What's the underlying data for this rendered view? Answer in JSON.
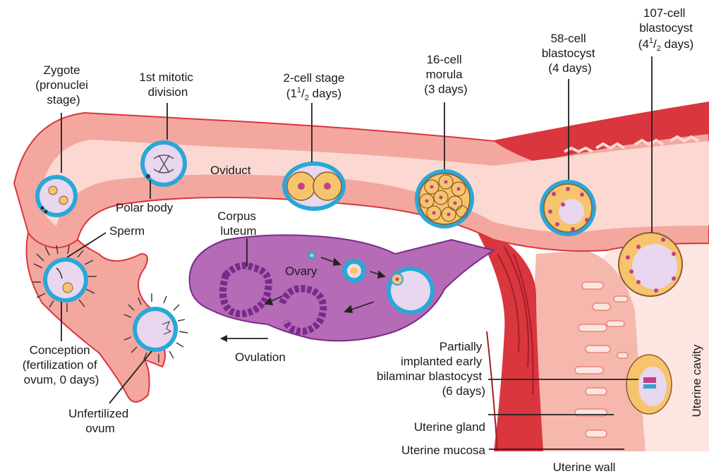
{
  "labels": {
    "zygote": [
      "Zygote",
      "(pronuclei",
      "stage)"
    ],
    "mitotic": [
      "1st mitotic",
      "division"
    ],
    "two_cell": [
      "2-cell stage",
      "(1",
      "1",
      "/",
      "2",
      " days)"
    ],
    "morula": [
      "16-cell",
      "morula",
      "(3 days)"
    ],
    "b58": [
      "58-cell",
      "blastocyst",
      "(4 days)"
    ],
    "b107": [
      "107-cell",
      "blastocyst",
      "(4",
      "1",
      "/",
      "2",
      " days)"
    ],
    "oviduct": "Oviduct",
    "polar_body": "Polar body",
    "sperm": "Sperm",
    "corpus_luteum": [
      "Corpus",
      "luteum"
    ],
    "ovary": "Ovary",
    "ovulation": "Ovulation",
    "conception": [
      "Conception",
      "(fertilization of",
      "ovum, 0 days)"
    ],
    "unfertilized": [
      "Unfertilized",
      "ovum"
    ],
    "implanted": [
      "Partially",
      "implanted early",
      "bilaminar blastocyst",
      "(6 days)"
    ],
    "uterine_gland": "Uterine gland",
    "uterine_mucosa": "Uterine mucosa",
    "uterine_wall": "Uterine wall",
    "uterine_cavity": "Uterine cavity"
  },
  "colors": {
    "oviduct_wall": "#f4a79f",
    "oviduct_lumen": "#fbd9d2",
    "muscle": "#d9363e",
    "ovary": "#b56bb5",
    "corpus_luteum": "#7a2a8a",
    "zona": "#29a8d8",
    "cell": "#f7c46e",
    "nucleus": "#c2408a"
  }
}
